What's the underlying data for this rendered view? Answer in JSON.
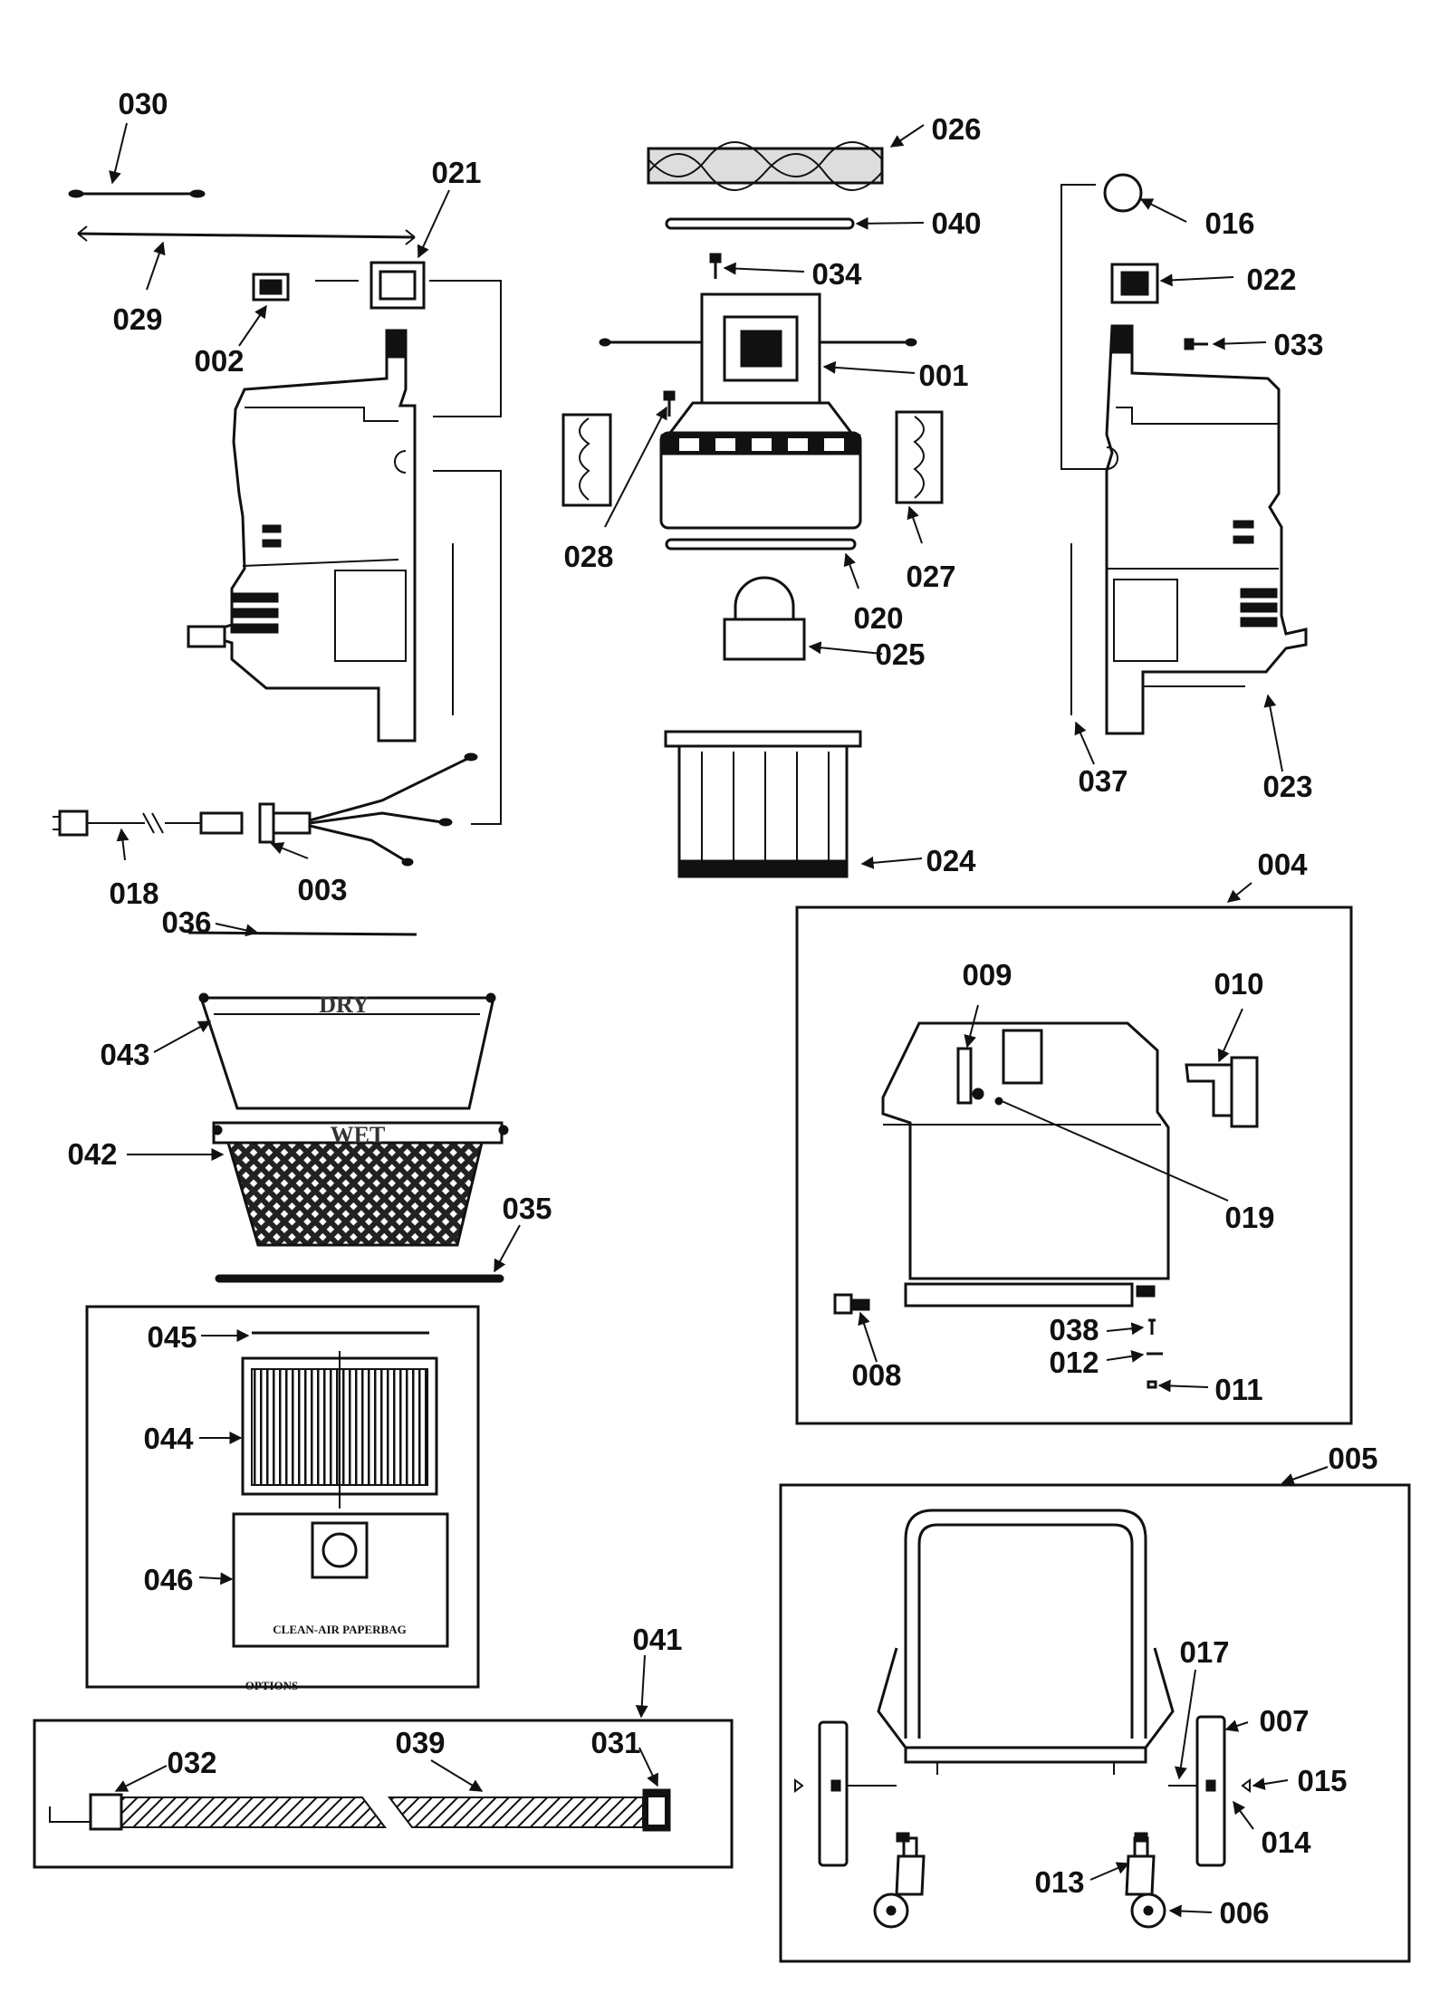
{
  "parts": {
    "p001": "001",
    "p002": "002",
    "p003": "003",
    "p004": "004",
    "p005": "005",
    "p006": "006",
    "p007": "007",
    "p008": "008",
    "p009": "009",
    "p010": "010",
    "p011": "011",
    "p012": "012",
    "p013": "013",
    "p014": "014",
    "p015": "015",
    "p016": "016",
    "p017": "017",
    "p018": "018",
    "p019": "019",
    "p020": "020",
    "p021": "021",
    "p022": "022",
    "p023": "023",
    "p024": "024",
    "p025": "025",
    "p026": "026",
    "p027": "027",
    "p028": "028",
    "p029": "029",
    "p030": "030",
    "p031": "031",
    "p032": "032",
    "p033": "033",
    "p034": "034",
    "p035": "035",
    "p036": "036",
    "p037": "037",
    "p038": "038",
    "p039": "039",
    "p040": "040",
    "p041": "041",
    "p042": "042",
    "p043": "043",
    "p044": "044",
    "p045": "045",
    "p046": "046"
  },
  "text": {
    "dry": "DRY",
    "wet": "WET",
    "paperbag": "CLEAN-AIR PAPERBAG",
    "options": "OPTIONS"
  }
}
